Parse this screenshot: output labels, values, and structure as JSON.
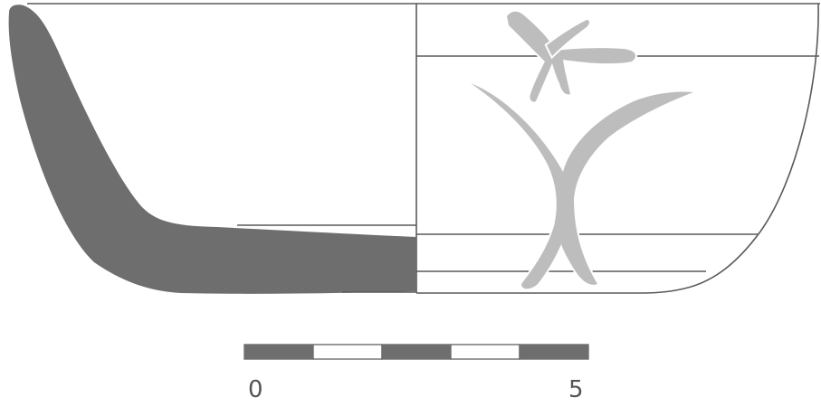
{
  "colors": {
    "section_fill": "#6e6e6e",
    "decoration_fill": "#bdbdbd",
    "outline": "#5a5a5a",
    "scale_dark": "#6e6e6e",
    "scale_light": "#ffffff",
    "scale_label": "#555555"
  },
  "scale_bar": {
    "segments": [
      "dark",
      "light",
      "dark",
      "light",
      "dark"
    ],
    "start_label": "0",
    "end_label": "5"
  }
}
